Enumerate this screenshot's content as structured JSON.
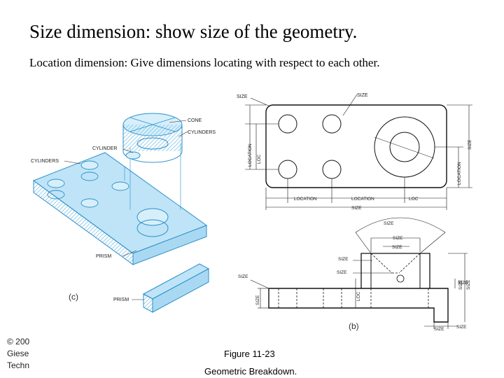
{
  "slide": {
    "title": "Size dimension: show size of the geometry.",
    "subtitle": "Location dimension: Give dimensions locating with respect to each other."
  },
  "figure": {
    "caption": "Figure 11-23",
    "subcaption": "Geometric Breakdown.",
    "copyright_lines": [
      "© 200",
      "Giese",
      "Techn"
    ],
    "iso_labels": {
      "cone": "CONE",
      "cylinders_top": "CYLINDERS",
      "cylinder": "CYLINDER",
      "cylinders_left": "CYLINDERS",
      "prism": "PRISM",
      "prism_bottom": "PRISM",
      "part": "(c)"
    },
    "top_view_labels": {
      "size_top_left": "SIZE",
      "size_top_right": "SIZE",
      "location_left": "LOCATION",
      "loc_left": "LOC",
      "location_bottom_1": "LOCATION",
      "location_bottom_2": "LOCATION",
      "loc_bottom": "LOC",
      "size_bottom": "SIZE",
      "size_right": "SIZE",
      "location_right": "LOCATION"
    },
    "front_view_labels": {
      "size_arc": "SIZE",
      "size_wide": "SIZE",
      "size_narrow": "SIZE",
      "size_cone_left": "SIZE",
      "size_lower": "SIZE",
      "size_left_outer": "SIZE",
      "size_left_vert": "SIZE",
      "loc_mid": "LOC",
      "size_right_1": "SIZE",
      "size_right_2": "SIZE",
      "size_right_3": "SIZE",
      "size_bottom_1": "SIZE",
      "size_bottom_2": "SIZE",
      "part": "(b)"
    }
  }
}
